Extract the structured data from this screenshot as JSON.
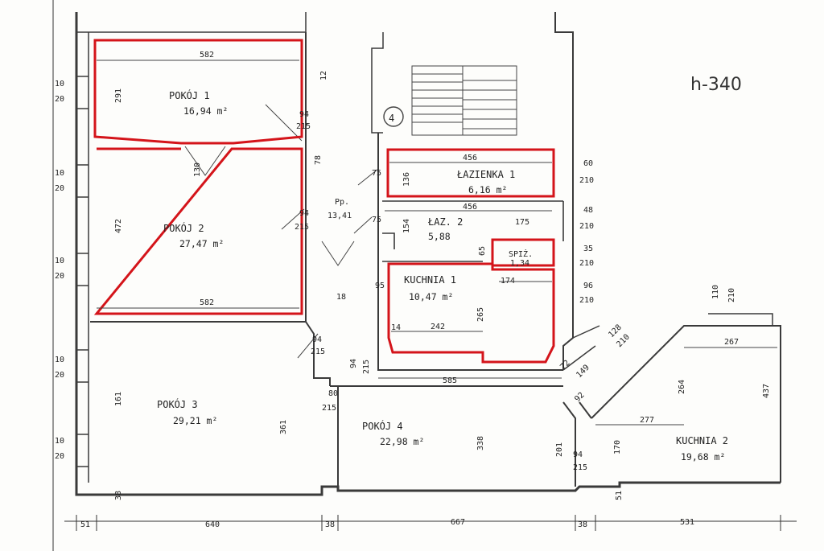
{
  "colors": {
    "wall": "#3a3a3a",
    "highlight": "#d4141a",
    "paper": "#fdfdfb"
  },
  "height_note": "h-340",
  "stair_number": "4",
  "rooms": {
    "pokoj1": {
      "name": "POKÓJ 1",
      "area": "16,94 m²"
    },
    "pokoj2": {
      "name": "POKÓJ 2",
      "area": "27,47 m²"
    },
    "pokoj3": {
      "name": "POKÓJ 3",
      "area": "29,21 m²"
    },
    "pokoj4": {
      "name": "POKÓJ 4",
      "area": "22,98 m²"
    },
    "lazienka1": {
      "name": "ŁAZIENKA 1",
      "area": "6,16 m²"
    },
    "laz2": {
      "name": "ŁAZ. 2",
      "area": "5,88"
    },
    "spiz": {
      "name": "SPIŻ.",
      "area": "1,34"
    },
    "kuchnia1": {
      "name": "KUCHNIA 1",
      "area": "10,47 m²"
    },
    "kuchnia2": {
      "name": "KUCHNIA 2",
      "area": "19,68 m²"
    },
    "przedpokoj": {
      "name": "Pp.",
      "area": "13,41"
    }
  },
  "dims": {
    "p1_width": "582",
    "p1_depth": "291",
    "p2_width_top": "",
    "p2_width_bottom": "582",
    "p2_depth": "472",
    "p3_depth": "161",
    "p3_door_depth": "361",
    "p4_depth": "338",
    "door_130": "130",
    "door_78": "78",
    "d94a": "94",
    "d215a": "215",
    "d94b": "94",
    "d215b": "215",
    "d94c": "94",
    "d215c": "215",
    "d94d": "94",
    "d215d": "215",
    "d80": "80",
    "d215e": "215",
    "d94e": "94",
    "d215f": "215",
    "laz1_width": "456",
    "laz1_depth": "136",
    "laz2_width": "456",
    "laz2_depth": "154",
    "laz2_side": "175",
    "d65": "65",
    "d60": "60",
    "d210a": "210",
    "d48": "48",
    "d210b": "210",
    "d35": "35",
    "d210c": "210",
    "d96": "96",
    "d210d": "210",
    "d110": "110",
    "d210e": "210",
    "d128": "128",
    "d210f": "210",
    "d75a": "75",
    "d75b": "75",
    "d95": "95",
    "d18": "18",
    "k1_174": "174",
    "k1_265": "265",
    "k1_242": "242",
    "k1_14": "14",
    "corr_585": "585",
    "k2_267": "267",
    "k2_264": "264",
    "k2_437": "437",
    "k2_277": "277",
    "d201": "201",
    "d170": "170",
    "d92": "92",
    "d72": "72",
    "d149": "149",
    "d10_1": "10",
    "d20_1": "20",
    "d10_2": "10",
    "d20_2": "20",
    "d10_3": "10",
    "d20_3": "20",
    "d10_4": "10",
    "d20_4": "20",
    "d10_5": "10",
    "d20_5": "20",
    "d38_left": "38",
    "d51_right": "51",
    "d12": "12"
  },
  "bottom_dims": [
    "51",
    "640",
    "38",
    "667",
    "38",
    "531"
  ]
}
